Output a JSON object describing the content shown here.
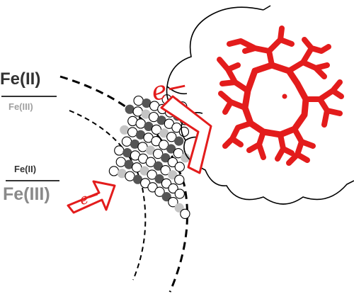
{
  "labels": {
    "fe2_top": "Fe(II)",
    "fe3_top": "Fe(III)",
    "fe2_bottom": "Fe(II)",
    "fe3_bottom": "Fe(III)",
    "electron_large": "e−",
    "electron_small": "e−"
  },
  "colors": {
    "accent_red": "#e31c1c",
    "dark_text": "#333333",
    "gray_text": "#8a8a8a",
    "light_text": "#a0a0a0",
    "dark_atom": "#555555",
    "light_atom": "#c4c4c4",
    "empty_atom": "#ffffff",
    "outline": "#000000"
  },
  "icons": {
    "arrow_small": "right-arrow-outline",
    "arrow_large": "chevron-outline"
  }
}
